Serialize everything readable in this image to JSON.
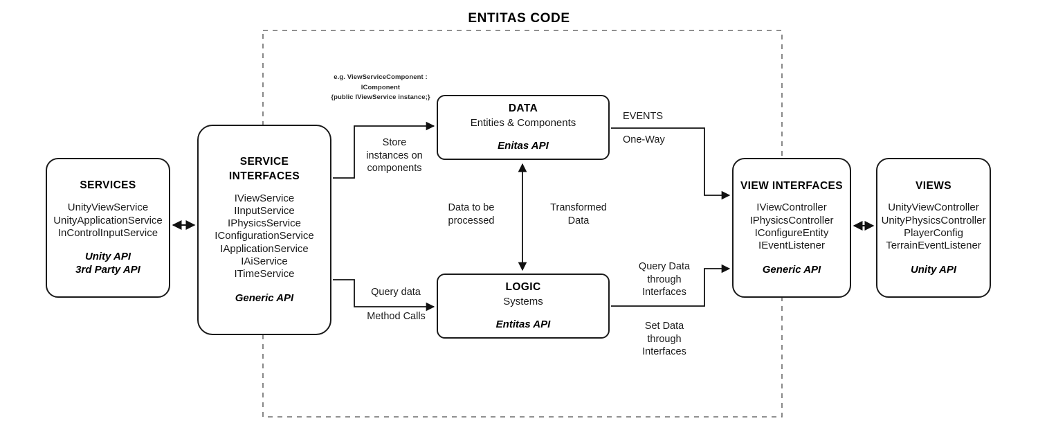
{
  "diagram": {
    "title": "ENTITAS CODE",
    "type": "architecture-flow-diagram",
    "boundary": {
      "style": "dashed",
      "label": "ENTITAS CODE"
    }
  },
  "nodes": {
    "services": {
      "title": "SERVICES",
      "items": [
        "UnityViewService",
        "UnityApplicationService",
        "InControlInputService"
      ],
      "api_line1": "Unity API",
      "api_line2": "3rd Party API"
    },
    "service_interfaces": {
      "title": "SERVICE INTERFACES",
      "items": [
        "IViewService",
        "IInputService",
        "IPhysicsService",
        "IConfigurationService",
        "IApplicationService",
        "IAiService",
        "ITimeService"
      ],
      "api_line1": "Generic API"
    },
    "data": {
      "title": "DATA",
      "subtitle": "Entities & Components",
      "api_line1": "Enitas API"
    },
    "logic": {
      "title": "LOGIC",
      "subtitle": "Systems",
      "api_line1": "Entitas API"
    },
    "view_interfaces": {
      "title": "VIEW INTERFACES",
      "items": [
        "IViewController",
        "IPhysicsController",
        "IConfigureEntity",
        "IEventListener"
      ],
      "api_line1": "Generic API"
    },
    "views": {
      "title": "VIEWS",
      "items": [
        "UnityViewController",
        "UnityPhysicsController",
        "PlayerConfig",
        "TerrainEventListener"
      ],
      "api_line1": "Unity API"
    }
  },
  "edge_labels": {
    "component_note": "e.g. ViewServiceComponent :\nIComponent\n{public IViewService instance;}",
    "store_instances": "Store\ninstances on\ncomponents",
    "query_data": "Query data",
    "method_calls": "Method Calls",
    "data_to_be_processed": "Data to be\nprocessed",
    "transformed_data": "Transformed\nData",
    "events": "EVENTS",
    "one_way": "One-Way",
    "query_through_interfaces": "Query Data\nthrough\nInterfaces",
    "set_through_interfaces": "Set Data\nthrough\nInterfaces"
  },
  "colors": {
    "stroke": "#1a1a1a",
    "text": "#000000",
    "background": "#ffffff",
    "dashed_boundary": "#6b6b6b"
  }
}
